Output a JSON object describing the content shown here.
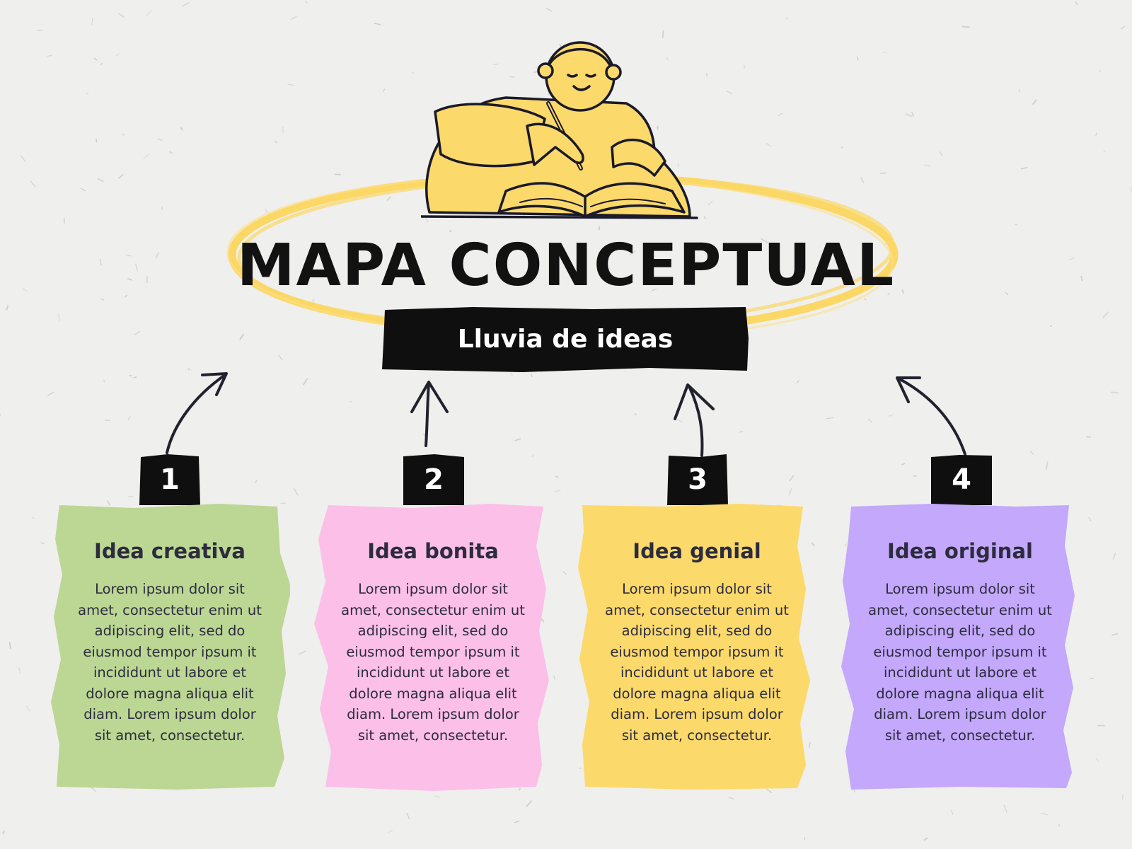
{
  "title": "MAPA CONCEPTUAL",
  "subtitle": "Lluvia de ideas",
  "colors": {
    "background": "#efefed",
    "accent_yellow": "#fbd865",
    "ink": "#121212",
    "card_text": "#2c2c3e"
  },
  "ideas": [
    {
      "number": "1",
      "title": "Idea creativa",
      "body": "Lorem ipsum dolor sit amet, consectetur enim ut adipiscing elit, sed do eiusmod tempor ipsum it incididunt ut labore et dolore magna aliqua elit diam. Lorem ipsum dolor sit amet, consectetur.",
      "color": "#bcd694"
    },
    {
      "number": "2",
      "title": "Idea bonita",
      "body": "Lorem ipsum dolor sit amet, consectetur enim ut adipiscing elit, sed do eiusmod tempor ipsum it incididunt ut labore et dolore magna aliqua elit diam. Lorem ipsum dolor sit amet, consectetur.",
      "color": "#fbbfe8"
    },
    {
      "number": "3",
      "title": "Idea genial",
      "body": "Lorem ipsum dolor sit amet, consectetur enim ut adipiscing elit, sed do eiusmod tempor ipsum it incididunt ut labore et dolore magna aliqua elit diam. Lorem ipsum dolor sit amet, consectetur.",
      "color": "#fcd96b"
    },
    {
      "number": "4",
      "title": "Idea original",
      "body": "Lorem ipsum dolor sit amet, consectetur enim ut adipiscing elit, sed do eiusmod tempor ipsum it incididunt ut labore et dolore magna aliqua elit diam. Lorem ipsum dolor sit amet, consectetur.",
      "color": "#c3a8fb"
    }
  ]
}
